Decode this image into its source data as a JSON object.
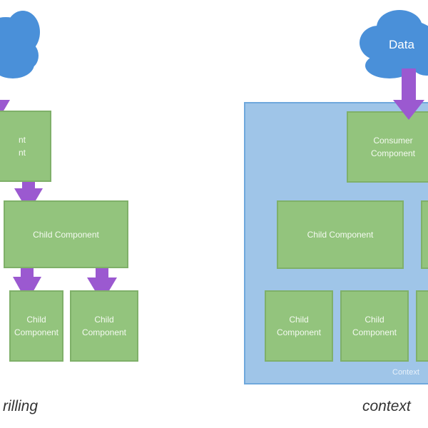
{
  "left_diagram": {
    "caption": "rilling",
    "top_component": "nt\nnt",
    "child_component": "Child Component",
    "grandchildren": [
      "Child\nComponent",
      "Child\nComponent"
    ]
  },
  "right_diagram": {
    "cloud_label": "Data",
    "consumer_component": "Consumer\nComponent",
    "child_component": "Child Component",
    "grandchildren": [
      "Child\nComponent",
      "Child\nComponent"
    ],
    "container_label": "Context",
    "caption": "context"
  },
  "colors": {
    "cloud": "#4a90d9",
    "component_fill": "#93c47d",
    "context_fill": "#9fc5e8",
    "arrow": "#9b59d0"
  }
}
